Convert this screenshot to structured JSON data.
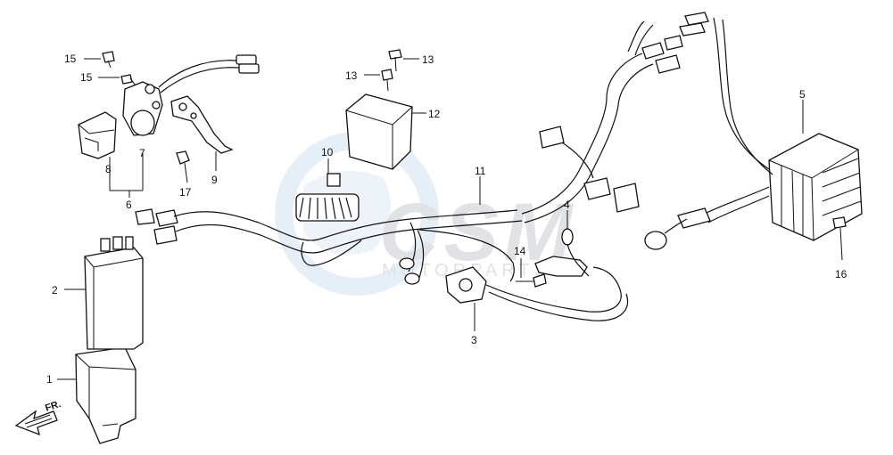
{
  "diagram": {
    "callouts": {
      "c1": "1",
      "c2": "2",
      "c3": "3",
      "c4": "4",
      "c5": "5",
      "c6": "6",
      "c7": "7",
      "c8": "8",
      "c9": "9",
      "c10": "10",
      "c11": "11",
      "c12": "12",
      "c13a": "13",
      "c13b": "13",
      "c14": "14",
      "c15a": "15",
      "c15b": "15",
      "c16": "16",
      "c17": "17"
    },
    "front_arrow_label": "FR.",
    "watermark": {
      "logo_text": "CSM",
      "sub_text": "MOTORPARTS",
      "colors": {
        "globe": "#c9dcec",
        "letters": "#c8ccd3"
      }
    },
    "colors": {
      "line": "#111111",
      "background": "#ffffff"
    }
  }
}
